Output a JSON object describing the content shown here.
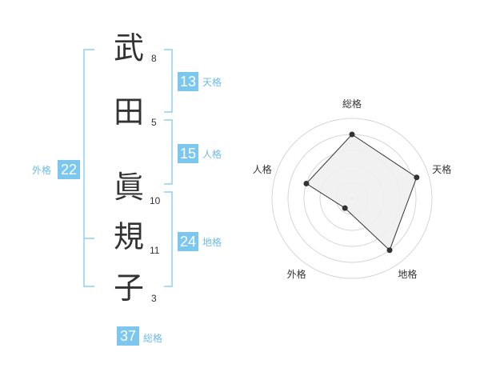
{
  "colors": {
    "accent": "#7cc7ee",
    "label": "#6dbbe8",
    "text": "#333333",
    "bracket": "#8fd0f2"
  },
  "name_chars": [
    {
      "char": "武",
      "strokes": "8"
    },
    {
      "char": "田",
      "strokes": "5"
    },
    {
      "char": "眞",
      "strokes": "10"
    },
    {
      "char": "規",
      "strokes": "11"
    },
    {
      "char": "子",
      "strokes": "3"
    }
  ],
  "kaku": {
    "tenkaku": {
      "value": "13",
      "label": "天格"
    },
    "jinkaku": {
      "value": "15",
      "label": "人格"
    },
    "chikaku": {
      "value": "24",
      "label": "地格"
    },
    "gaikaku": {
      "value": "22",
      "label": "外格"
    },
    "soukaku": {
      "value": "37",
      "label": "総格"
    }
  },
  "chart_data": {
    "type": "radar",
    "axes": [
      "総格",
      "天格",
      "地格",
      "外格",
      "人格"
    ],
    "values": [
      0.8,
      0.85,
      0.8,
      0.15,
      0.6
    ],
    "range": [
      0,
      1
    ],
    "rings": 5,
    "fill_color": "#f0f0f0",
    "line_color": "#333333"
  }
}
